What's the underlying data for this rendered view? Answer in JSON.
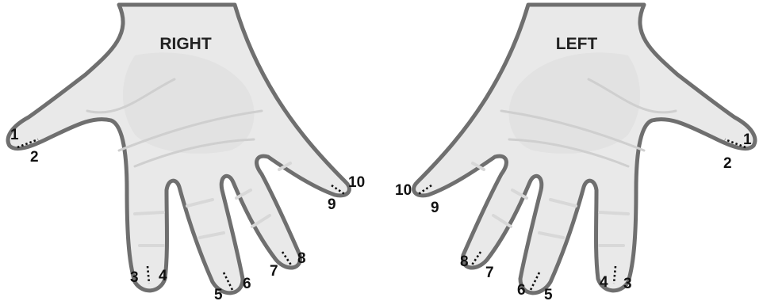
{
  "hands": {
    "right": {
      "label": "RIGHT"
    },
    "left": {
      "label": "LEFT"
    }
  },
  "points": {
    "right": [
      "1",
      "2",
      "3",
      "4",
      "5",
      "6",
      "7",
      "8",
      "9",
      "10"
    ],
    "left": [
      "1",
      "2",
      "3",
      "4",
      "5",
      "6",
      "7",
      "8",
      "9",
      "10"
    ]
  }
}
